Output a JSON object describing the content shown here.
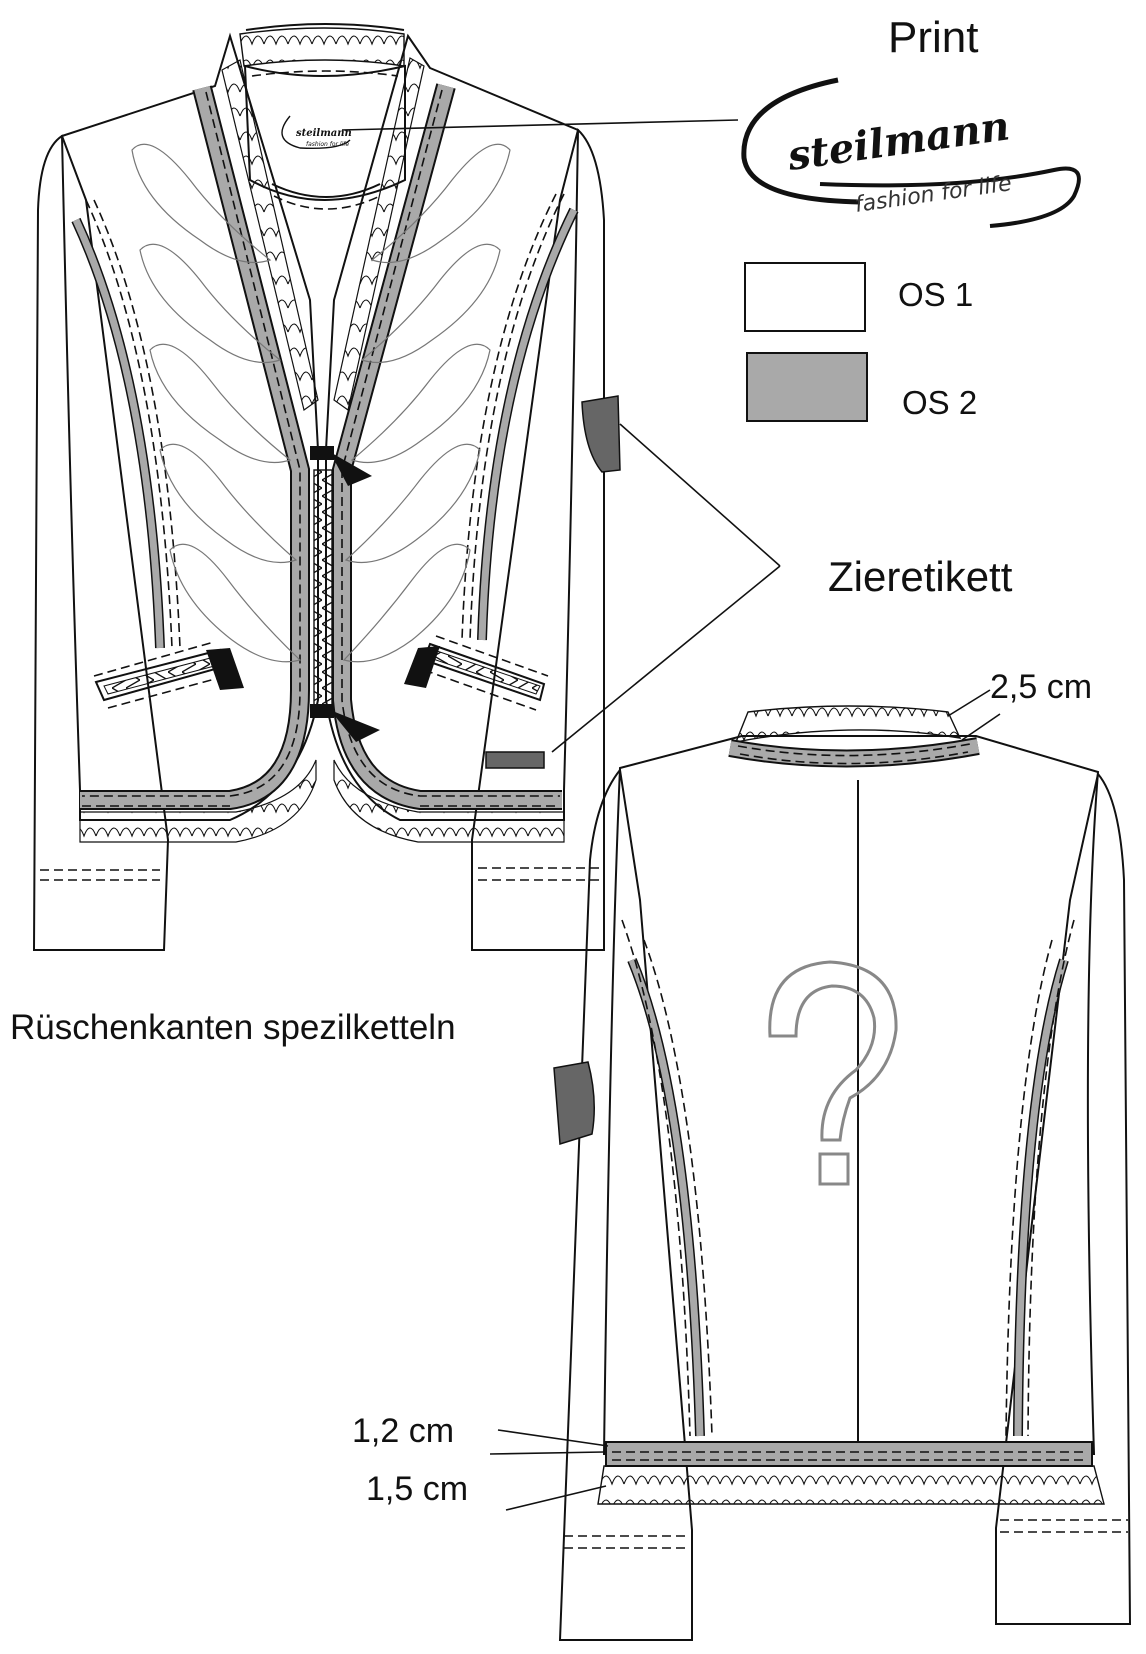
{
  "labels": {
    "print": "Print",
    "os1": "OS 1",
    "os2": "OS 2",
    "ziereikett": "Ziereтikett",
    "width_collar": "2,5 cm",
    "rueschen": "Rüschenkanten spezilketteln",
    "width_band": "1,2 cm",
    "width_ruffle": "1,5 cm"
  },
  "logo": {
    "word": "steilmann",
    "tagline": "fashion for life"
  },
  "swatches": {
    "os1_color": "#ffffff",
    "os2_color": "#a9a9a9"
  },
  "colors": {
    "label_patch": "#666666",
    "line": "#111111",
    "question_mark": "#888888"
  }
}
